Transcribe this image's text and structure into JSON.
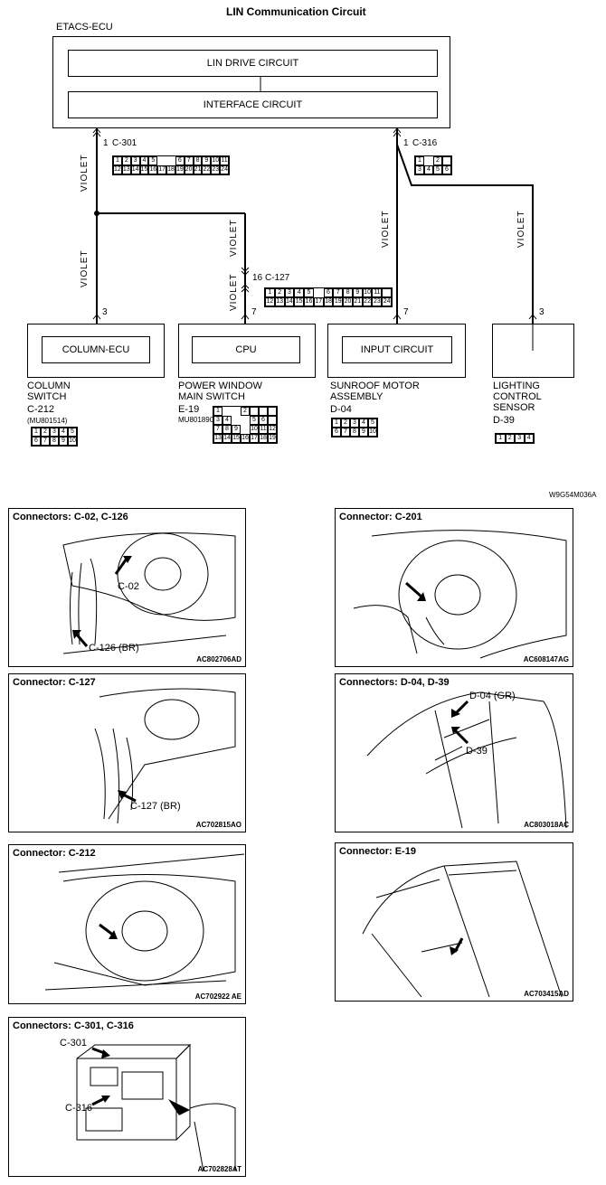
{
  "diagram": {
    "title": "LIN Communication Circuit",
    "etacs_label": "ETACS-ECU",
    "lin_drive": "LIN DRIVE CIRCUIT",
    "interface": "INTERFACE CIRCUIT",
    "wire_color": "VIOLET",
    "c301": {
      "pin": "1",
      "name": "C-301",
      "row1": [
        "1",
        "2",
        "3",
        "4",
        "5",
        "",
        "",
        "6",
        "7",
        "8",
        "9",
        "10",
        "11"
      ],
      "row2": [
        "12",
        "13",
        "14",
        "15",
        "16",
        "17",
        "18",
        "19",
        "20",
        "21",
        "22",
        "23",
        "24"
      ]
    },
    "c316": {
      "pin": "1",
      "name": "C-316",
      "row1": [
        "1",
        "",
        "2"
      ],
      "row2": [
        "3",
        "4",
        "5",
        "6"
      ]
    },
    "c127": {
      "pin": "16",
      "name": "C-127",
      "row1": [
        "1",
        "2",
        "3",
        "4",
        "5",
        "",
        "6",
        "7",
        "8",
        "9",
        "10",
        "11"
      ],
      "row2": [
        "12",
        "13",
        "14",
        "15",
        "16",
        "17",
        "18",
        "19",
        "20",
        "21",
        "22",
        "23",
        "24"
      ]
    },
    "devices": [
      {
        "pin": "3",
        "inner": "COLUMN-ECU",
        "caption": [
          "COLUMN",
          "SWITCH",
          "C-212"
        ],
        "part": "(MU801514)"
      },
      {
        "pin": "7",
        "inner": "CPU",
        "caption": [
          "POWER WINDOW",
          "MAIN SWITCH",
          "E-19"
        ],
        "part": "MU801890"
      },
      {
        "pin": "7",
        "inner": "INPUT CIRCUIT",
        "caption": [
          "SUNROOF MOTOR",
          "ASSEMBLY",
          "D-04"
        ],
        "part": ""
      },
      {
        "pin": "3",
        "inner": "",
        "caption": [
          "LIGHTING",
          "CONTROL",
          "SENSOR",
          "D-39"
        ],
        "part": ""
      }
    ],
    "c212": {
      "row1": [
        "1",
        "2",
        "3",
        "4",
        "5"
      ],
      "row2": [
        "6",
        "7",
        "8",
        "9",
        "10"
      ]
    },
    "e19": {
      "rows": [
        [
          "1",
          "",
          "",
          "2"
        ],
        [
          "3",
          "4",
          "",
          "",
          "5",
          "6"
        ],
        [
          "7",
          "8",
          "9",
          "",
          "10",
          "11",
          "12"
        ],
        [
          "13",
          "14",
          "15",
          "16",
          "17",
          "18",
          "19"
        ]
      ]
    },
    "d04": {
      "row1": [
        "1",
        "2",
        "3",
        "4",
        "5"
      ],
      "row2": [
        "6",
        "7",
        "8",
        "9",
        "10"
      ]
    },
    "d39": {
      "row1": [
        "1",
        "2",
        "3",
        "4"
      ]
    },
    "figure_code": "W9G54M036A"
  },
  "panels": [
    {
      "title": "Connectors: C-02, C-126",
      "code": "AC802706AD",
      "callouts": [
        "C-02",
        "C-126 (BR)"
      ]
    },
    {
      "title": "Connector: C-201",
      "code": "AC608147AG",
      "callouts": []
    },
    {
      "title": "Connector: C-127",
      "code": "AC702815AO",
      "callouts": [
        "C-127 (BR)"
      ]
    },
    {
      "title": "Connectors: D-04, D-39",
      "code": "AC803018AC",
      "callouts": [
        "D-04 (GR)",
        "D-39"
      ]
    },
    {
      "title": "Connector: C-212",
      "code": "AC702922 AE",
      "callouts": []
    },
    {
      "title": "Connector: E-19",
      "code": "AC703415AD",
      "callouts": []
    },
    {
      "title": "Connectors: C-301, C-316",
      "code": "AC702828AT",
      "callouts": [
        "C-301",
        "C-316"
      ]
    }
  ]
}
